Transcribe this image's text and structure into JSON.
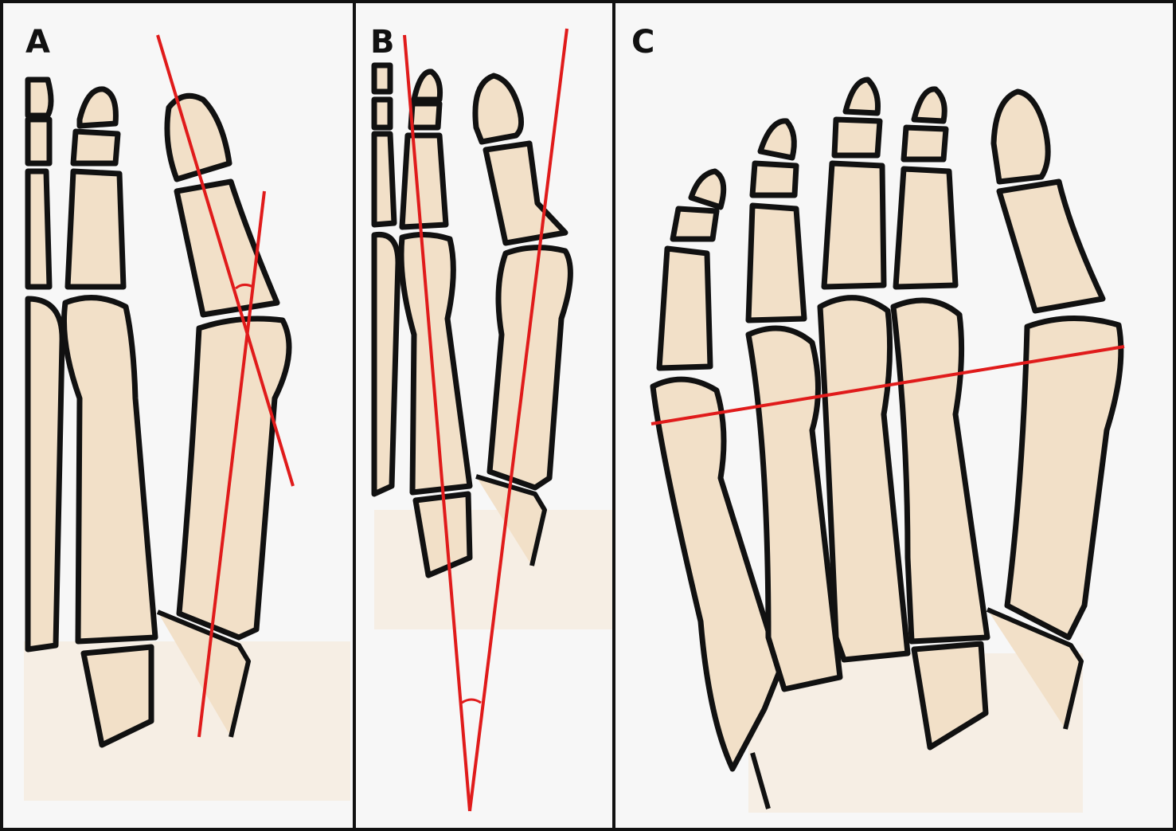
{
  "panels": [
    {
      "id": "A",
      "label": "A"
    },
    {
      "id": "B",
      "label": "B"
    },
    {
      "id": "C",
      "label": "C"
    }
  ],
  "colors": {
    "background": "#f7f7f7",
    "bone_fill": "#f2e0c8",
    "bone_outline": "#111111",
    "measurement_line": "#e01b1b"
  }
}
